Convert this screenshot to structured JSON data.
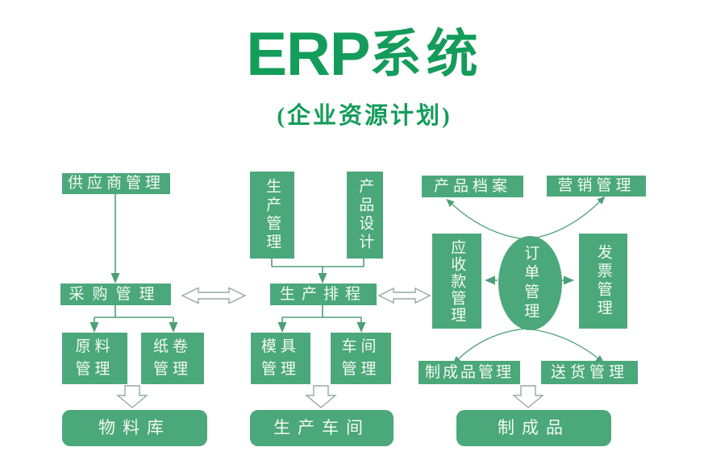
{
  "header": {
    "title_latin": "ERP",
    "title_cjk": "系统",
    "subtitle": "(企业资源计划)"
  },
  "colors": {
    "title_green": "#149c5a",
    "box_green": "#4ba87a",
    "line_green": "#4d9f78",
    "outline_gray": "#93ab9d",
    "text_white": "#f4f9f5",
    "background": "#ffffff"
  },
  "supply_chain": {
    "supplier_mgmt": "供应商管理",
    "purchase_mgmt": "采购管理",
    "raw_material_mgmt": "原料管理",
    "paper_roll_mgmt": "纸卷管理",
    "material_warehouse": "物料库"
  },
  "production": {
    "production_mgmt": "生产管理",
    "product_design": "产品设计",
    "production_scheduling": "生产排程",
    "mold_mgmt": "模具管理",
    "workshop_mgmt": "车间管理",
    "production_workshop": "生产车间"
  },
  "sales": {
    "product_archive": "产品档案",
    "marketing_mgmt": "营销管理",
    "receivables_mgmt": "应收款管理",
    "order_mgmt": "订单管理",
    "invoice_mgmt": "发票管理",
    "finished_goods_mgmt": "制成品管理",
    "delivery_mgmt": "送货管理",
    "finished_goods": "制成品"
  }
}
